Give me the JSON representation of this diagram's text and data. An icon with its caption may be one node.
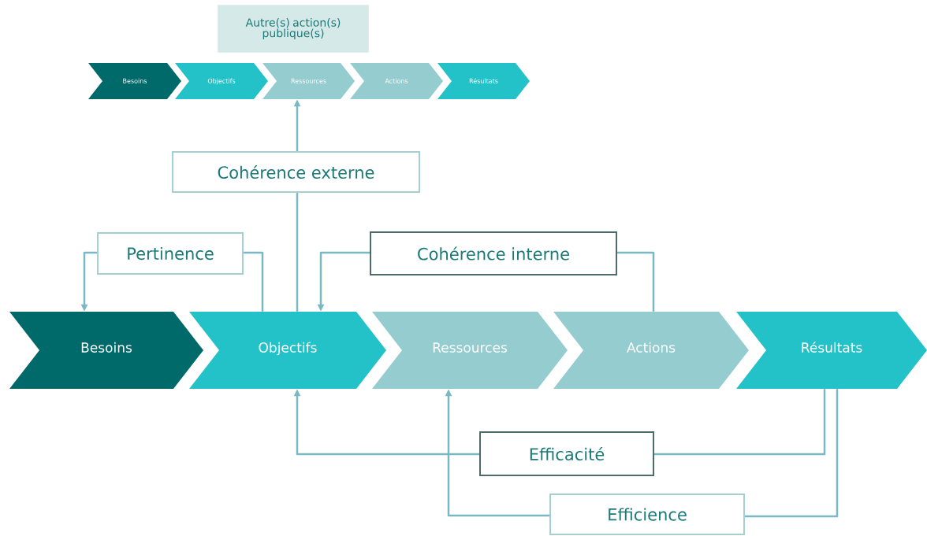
{
  "diagram": {
    "nodes": [
      {
        "text": [
          "Autre(s) action(s) publique(s)"
        ]
      },
      {
        "text": [
          "Besoins"
        ]
      },
      {
        "text": [
          "Objectifs"
        ]
      },
      {
        "text": [
          "Ressources"
        ]
      },
      {
        "text": [
          "Actions"
        ]
      },
      {
        "text": [
          "Résultats"
        ]
      },
      {
        "text": [
          "Besoins"
        ]
      },
      {
        "text": [
          "Objectifs"
        ]
      },
      {
        "text": [
          "Ressources"
        ]
      },
      {
        "text": [
          "Actions"
        ]
      },
      {
        "text": [
          "Résultats"
        ]
      },
      {
        "text": [
          "Cohérence externe"
        ]
      },
      {
        "text": [
          "Pertinence"
        ]
      },
      {
        "text": [
          "Cohérence interne"
        ]
      },
      {
        "text": [
          "Efficacité"
        ]
      },
      {
        "text": [
          "Efficience"
        ]
      }
    ],
    "edges": [
      {
        "from": 7,
        "to": 11,
        "arrow": "none"
      },
      {
        "from": 11,
        "to": 3,
        "arrow": "to"
      },
      {
        "from": 7,
        "to": 12,
        "arrow": "none"
      },
      {
        "from": 12,
        "to": 6,
        "arrow": "to"
      },
      {
        "from": 9,
        "to": 13,
        "arrow": "none"
      },
      {
        "from": 13,
        "to": 7,
        "arrow": "to"
      },
      {
        "from": 10,
        "to": 14,
        "arrow": "none"
      },
      {
        "from": 14,
        "to": 7,
        "arrow": "to"
      },
      {
        "from": 10,
        "to": 15,
        "arrow": "none"
      },
      {
        "from": 15,
        "to": 8,
        "arrow": "to"
      }
    ]
  }
}
